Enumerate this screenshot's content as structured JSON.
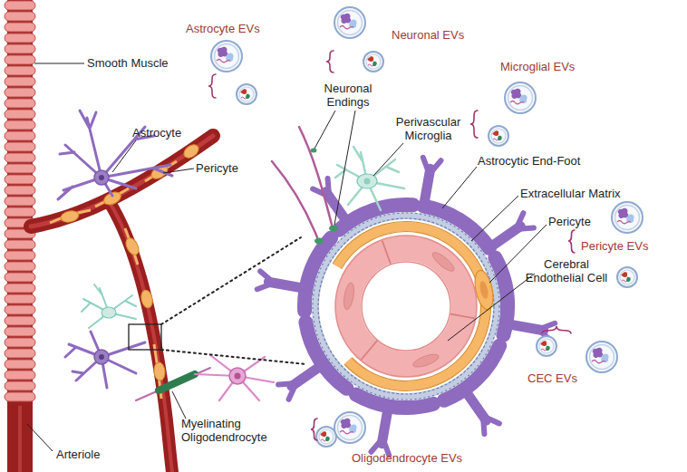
{
  "diagram": {
    "labels": [
      "Astrocyte EVs",
      "Neuronal EVs",
      "Microglial EVs",
      "Smooth Muscle",
      "Neuronal Endings",
      "Astrocyte",
      "Perivascular Microglia",
      "Astrocytic End-Foot",
      "Pericyte",
      "Extracellular Matrix",
      "Pericyte",
      "Pericyte EVs",
      "Cerebral Endothelial Cell",
      "CEC EVs",
      "Arteriole",
      "Myelinating Oligodendrocyte",
      "Oligodendrocyte EVs"
    ]
  }
}
